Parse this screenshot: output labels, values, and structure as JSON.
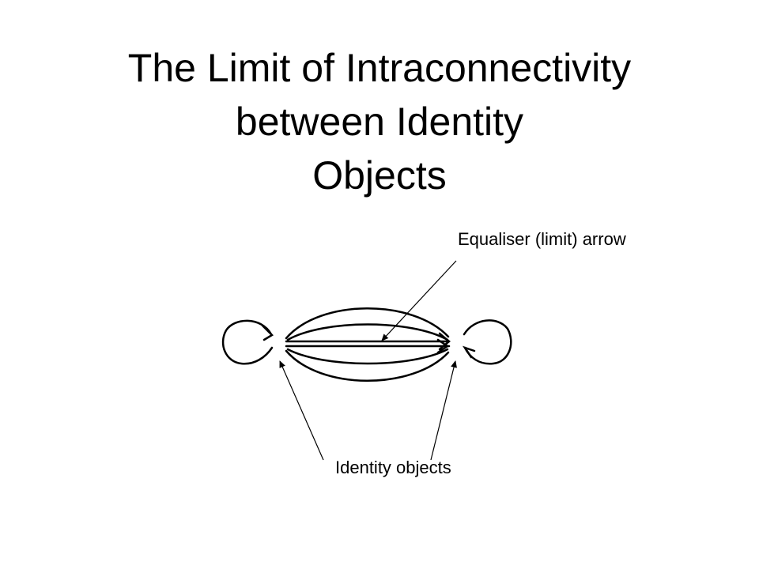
{
  "slide": {
    "title_lines": [
      "The Limit of Intraconnectivity",
      "between Identity",
      "Objects"
    ],
    "labels": {
      "equaliser": "Equaliser (limit) arrow",
      "identity": "Identity objects"
    }
  },
  "colors": {
    "ink": "#000000",
    "background": "#ffffff"
  }
}
